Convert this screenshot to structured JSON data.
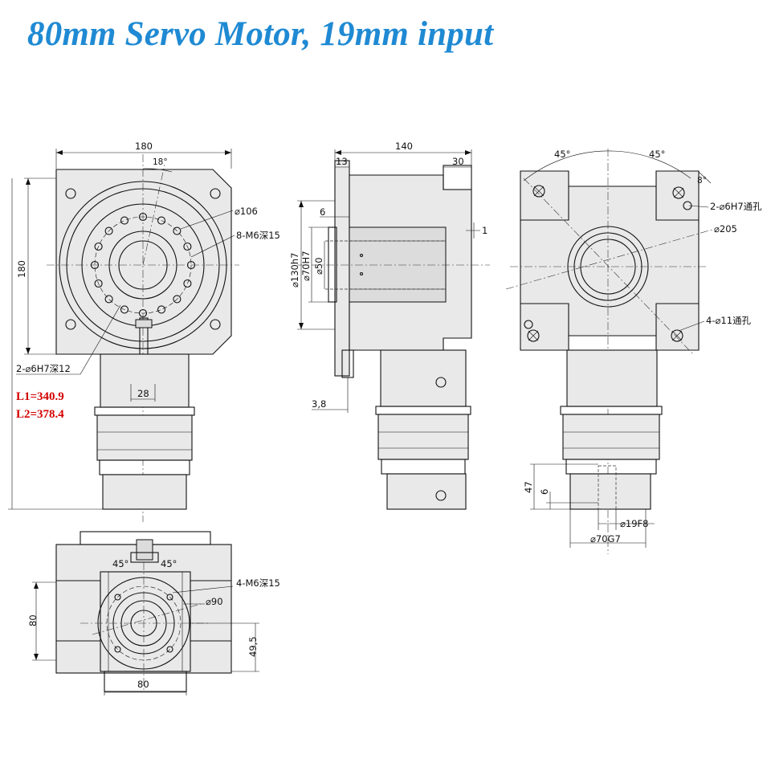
{
  "title": "80mm Servo Motor, 19mm input",
  "front_view": {
    "width_dim": "180",
    "height_dim": "180",
    "angle": "18°",
    "pcd": "⌀106",
    "tapped_holes": "8-M6深15",
    "pin_holes": "2-⌀6H7深12",
    "key_dim": "28"
  },
  "lengths": {
    "l1": "L1=340.9",
    "l2": "L2=378.4"
  },
  "side_view": {
    "length_dim": "140",
    "flange_dim": "13",
    "right_dim": "30",
    "step_dim": "6",
    "gap_dim": "1",
    "pilot_dim": "⌀130h7",
    "bore_dim": "⌀70H7",
    "inner_dim": "⌀50",
    "offset_dim": "3,8"
  },
  "rear_view": {
    "angle_left": "45°",
    "angle_right": "45°",
    "angle_small": "8°",
    "pin_holes": "2-⌀6H7通孔",
    "pcd": "⌀205",
    "through_holes": "4-⌀11通孔",
    "depth_dim": "47",
    "step_dim": "6",
    "shaft_dim": "⌀19F8",
    "spigot_dim": "⌀70G7"
  },
  "input_view": {
    "angle_left": "45°",
    "angle_right": "45°",
    "tapped_holes": "4-M6深15",
    "pcd": "⌀90",
    "square_dim": "80",
    "width_dim": "80",
    "center_dim": "49,5"
  }
}
